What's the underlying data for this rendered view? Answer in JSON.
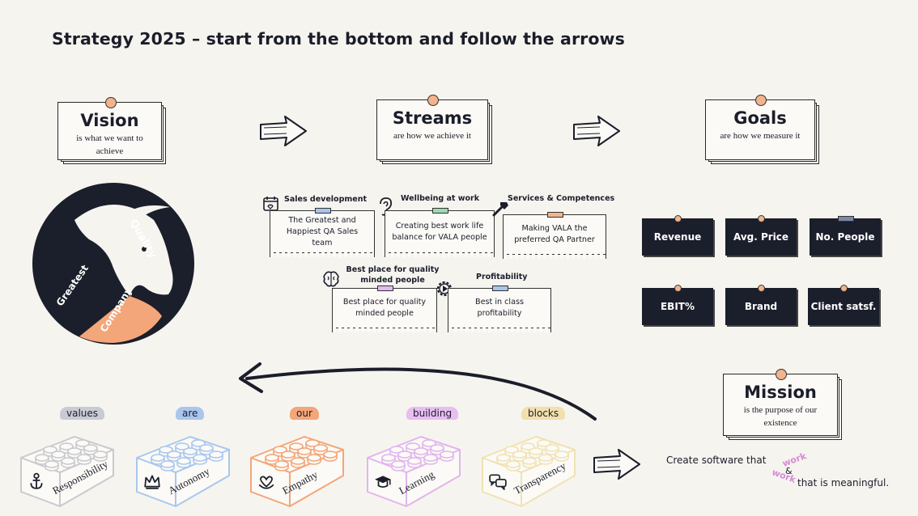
{
  "title": "Strategy 2025 – start from the bottom and follow the arrows",
  "vision": {
    "heading": "Vision",
    "sub": "is what we want to achieve",
    "logo_words": [
      "Quality",
      "Greatest",
      "Company"
    ]
  },
  "streams": {
    "heading": "Streams",
    "sub": "are how we achieve it",
    "items": [
      {
        "title": "Sales development",
        "text": "The Greatest and Happiest QA Sales team",
        "icon": "calendar-heart-icon",
        "tape": "#a9c4e8"
      },
      {
        "title": "Wellbeing at work",
        "text": "Creating best work life balance for VALA people",
        "icon": "ear-icon",
        "tape": "#9fd8b0"
      },
      {
        "title": "Services & Competences",
        "text": "Making VALA the preferred QA Partner",
        "icon": "hammer-icon",
        "tape": "#f2b48c"
      },
      {
        "title": "Best place for quality minded people",
        "text": "Best place for quality minded people",
        "icon": "brain-icon",
        "tape": "#e4b8f0"
      },
      {
        "title": "Profitability",
        "text": "Best in class profitability",
        "icon": "gear-play-icon",
        "tape": "#a9c4e8"
      }
    ]
  },
  "goals": {
    "heading": "Goals",
    "sub": "are how we measure it",
    "items": [
      "Revenue",
      "Avg. Price",
      "No. People",
      "EBIT%",
      "Brand",
      "Client satsf."
    ]
  },
  "mission": {
    "heading": "Mission",
    "sub": "is the purpose of our existence",
    "statement_start": "Create software that",
    "work1": "work",
    "amp": "&",
    "work2": "work",
    "statement_end": "that is meaningful."
  },
  "values": [
    {
      "tag": "values",
      "label": "Responsibility",
      "color": "#c9c9cf",
      "tagbg": "#c9cbd4",
      "icon": "anchor-icon"
    },
    {
      "tag": "are",
      "label": "Autonomy",
      "color": "#a9c7ee",
      "tagbg": "#a9c7ee",
      "icon": "crown-icon"
    },
    {
      "tag": "our",
      "label": "Empathy",
      "color": "#f3a679",
      "tagbg": "#f3a679",
      "icon": "hands-heart-icon"
    },
    {
      "tag": "building",
      "label": "Learning",
      "color": "#e2b5ee",
      "tagbg": "#e8bdf2",
      "icon": "graduation-cap-icon"
    },
    {
      "tag": "blocks",
      "label": "Transparency",
      "color": "#f1e2b4",
      "tagbg": "#f1dfad",
      "icon": "chat-bubbles-icon"
    }
  ],
  "colors": {
    "dark": "#1b1e2b",
    "accent": "#f2b48c",
    "background": "#f6f4ef"
  }
}
